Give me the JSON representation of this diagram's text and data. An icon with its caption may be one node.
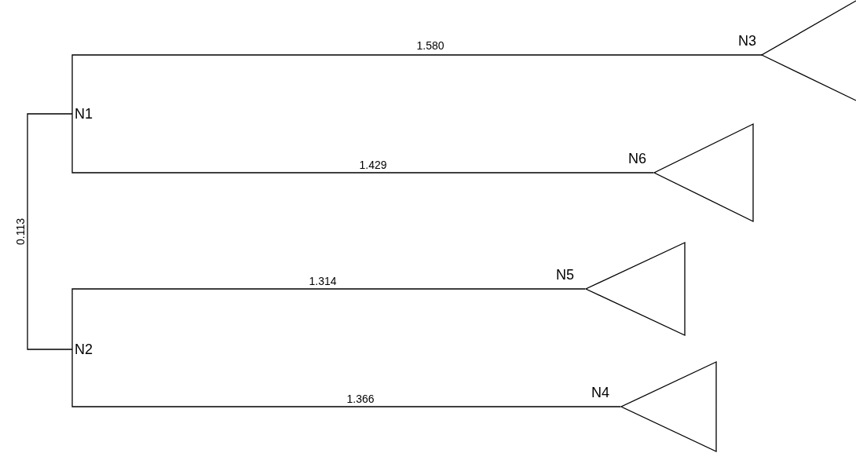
{
  "diagram": {
    "nodes": [
      {
        "text": [],
        "shape": "triangle",
        "beside": [
          "N3"
        ]
      },
      {
        "text": [
          "N1"
        ]
      },
      {
        "text": [],
        "shape": "triangle",
        "beside": [
          "N6"
        ]
      },
      {
        "text": [],
        "shape": "triangle",
        "beside": [
          "N5"
        ]
      },
      {
        "text": [
          "N2"
        ]
      },
      {
        "text": [],
        "shape": "triangle",
        "beside": [
          "N4"
        ]
      }
    ],
    "edges": [
      {
        "from": 1,
        "to": 4,
        "arrow": "none",
        "label": "0.113"
      },
      {
        "from": 1,
        "to": 0,
        "arrow": "none",
        "label": "1.580"
      },
      {
        "from": 1,
        "to": 2,
        "arrow": "none",
        "label": "1.429"
      },
      {
        "from": 4,
        "to": 3,
        "arrow": "none",
        "label": "1.314"
      },
      {
        "from": 4,
        "to": 5,
        "arrow": "none",
        "label": "1.366"
      }
    ]
  }
}
